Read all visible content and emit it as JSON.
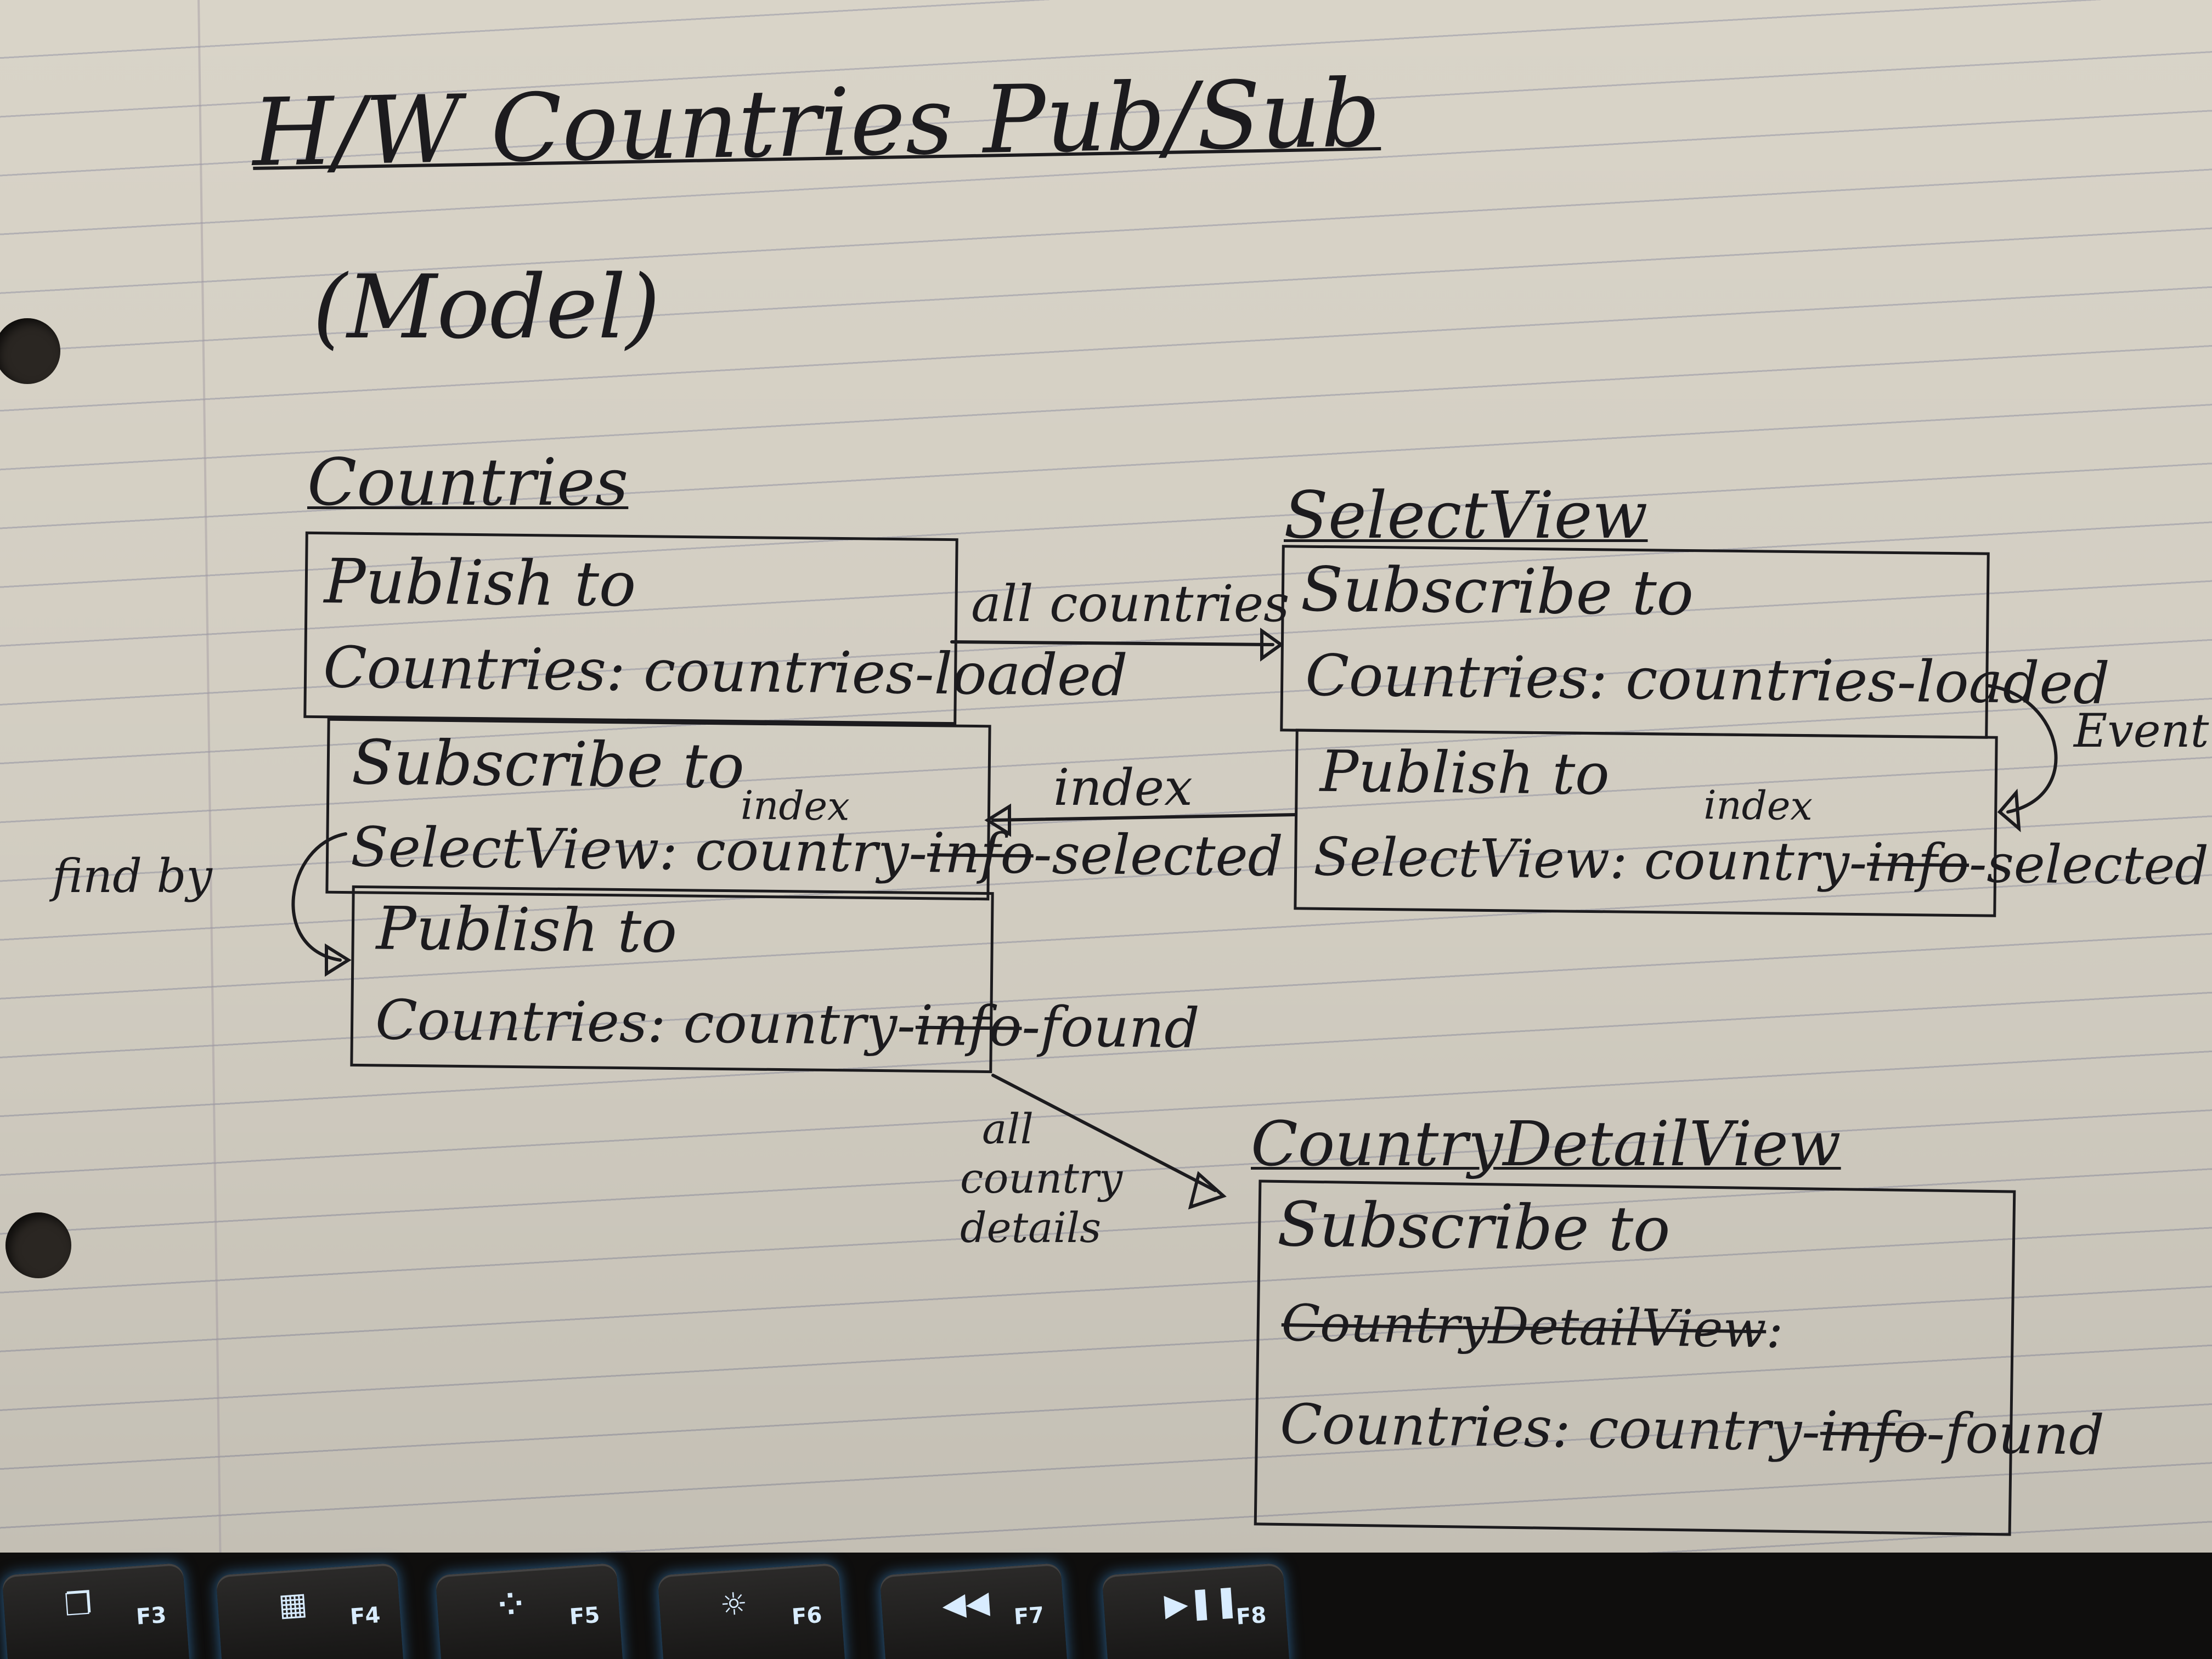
{
  "page": {
    "title": "H/W Countries Pub/Sub",
    "subtitle": "(Model)"
  },
  "countries": {
    "title": "Countries",
    "publish1": {
      "line1": "Publish to",
      "line2": "Countries: countries-loaded"
    },
    "subscribe": {
      "line1": "Subscribe to",
      "line2a": "SelectView: country-",
      "struck": "info",
      "line2b": "-selected",
      "insert": "index"
    },
    "publish2": {
      "line1": "Publish to",
      "line2a": "Countries: country-",
      "struck": "info",
      "line2b": "-found"
    }
  },
  "select_view": {
    "title": "SelectView",
    "subscribe": {
      "line1": "Subscribe to",
      "line2": "Countries: countries-loaded"
    },
    "publish": {
      "line1": "Publish to",
      "line2a": "SelectView: country-",
      "struck": "info",
      "line2b": "-selected",
      "insert": "index"
    }
  },
  "country_detail_view": {
    "title": "CountryDetailView",
    "subscribe": {
      "line1": "Subscribe to",
      "struck_line": "CountryDetailView",
      "struck_colon": ":",
      "line3a": "Countries: country-",
      "struck": "info",
      "line3b": "-found"
    }
  },
  "connectors": {
    "all_countries": "all countries",
    "index": "index",
    "find_by": "find by",
    "event": "Event",
    "all_country_details": [
      "all",
      "country",
      "details"
    ]
  },
  "keyboard": {
    "keys": [
      {
        "label": "F3",
        "icon": "task-view-icon"
      },
      {
        "label": "F4",
        "icon": "app-grid-icon"
      },
      {
        "label": "F5",
        "icon": "backlight-down-icon"
      },
      {
        "label": "F6",
        "icon": "backlight-up-icon"
      },
      {
        "label": "F7",
        "icon": "rewind-icon"
      },
      {
        "label": "F8",
        "icon": "play-pause-icon"
      }
    ]
  }
}
